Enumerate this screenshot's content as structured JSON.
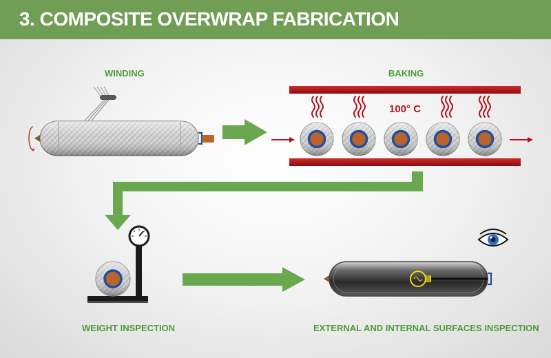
{
  "title": "3. COMPOSITE OVERWRAP FABRICATION",
  "steps": {
    "winding": "WINDING",
    "baking": "BAKING",
    "weight": "WEIGHT INSPECTION",
    "surfaces": "EXTERNAL AND INTERNAL SURFACES INSPECTION"
  },
  "oven": {
    "temperature": "100° C"
  },
  "colors": {
    "header": "#6f9e54",
    "label": "#4f9a3c",
    "arrow": "#6aa84f",
    "oven_bar": "#b5121b",
    "tank_core": "#b8642a",
    "liner_ring": "#1f4fa0",
    "bulb": "#f2d91a"
  },
  "icons": [
    "eye-icon",
    "scale-dial-icon",
    "lightbulb-icon",
    "heat-wave-icon"
  ]
}
